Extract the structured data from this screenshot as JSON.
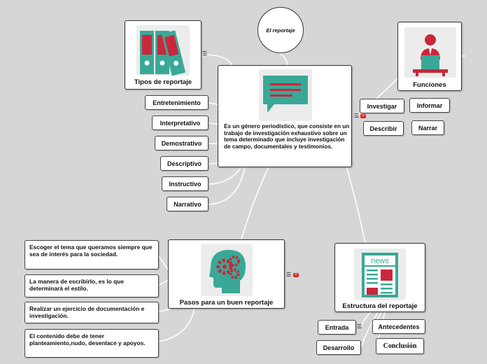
{
  "root": {
    "title": "El reportaje"
  },
  "center": {
    "text": "Es un género periodístico, que consiste en un trabajo de investigación exhaustivo sobre un tema determinado que incluye investigación de campo, documentales y testimonios.",
    "icon": "speech-bubble-icon"
  },
  "tipos": {
    "title": "Tipos de reportaje",
    "icon": "binders-icon",
    "items": [
      "Entretenimiento",
      "Interpretativo",
      "Demostrativo",
      "Descriptivo",
      "Instructivo",
      "Narrativo"
    ]
  },
  "funciones": {
    "title": "Funciones",
    "icon": "presenter-icon",
    "items": [
      "Investigar",
      "Informar",
      "Describir",
      "Narrar"
    ]
  },
  "pasos": {
    "title": "Pasos para un buen reportaje",
    "icon": "head-gears-icon",
    "items": [
      "Escoger el tema que queramos siempre que sea de interés para la sociedad.",
      "La manera de escribirlo, es lo que determinará el estilo.",
      "Realizar un ejercicio de documentación e investigación.",
      "El contenido debe de tener planteamiento,nudo, desenlace y apoyos."
    ]
  },
  "estructura": {
    "title": "Estructura del reportaje",
    "icon": "newspaper-icon",
    "icon_label": "news",
    "items": [
      "Entrada",
      "Antecedentes",
      "Desarrollo",
      "Conclusión"
    ]
  },
  "colors": {
    "teal": "#3aa897",
    "red": "#c9283a",
    "background": "#d6d6d6"
  }
}
